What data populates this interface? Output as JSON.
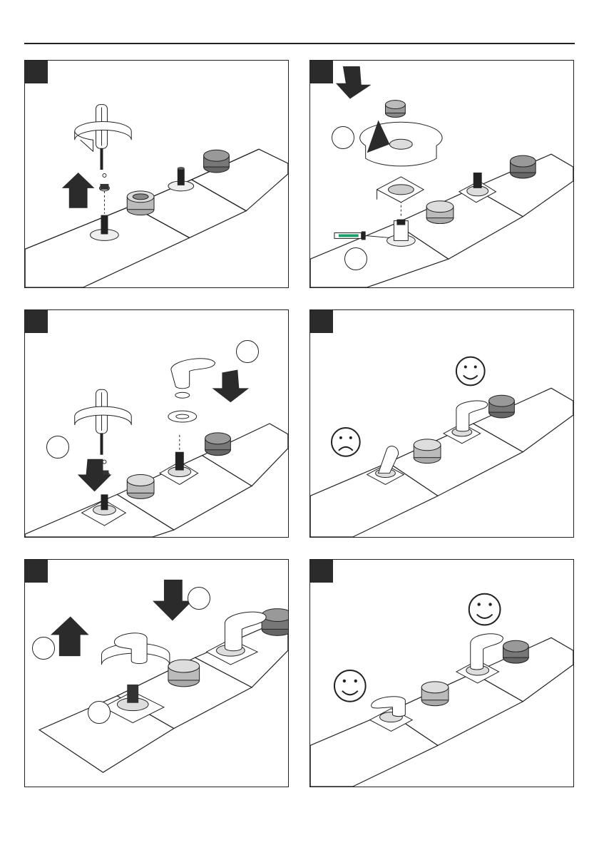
{
  "page": {
    "palette": {
      "ink": "#222222",
      "badge": "#2b2b2b",
      "metal": "#c8c8c8",
      "dark_knob": "#555555",
      "tape": "#1f9d6a"
    }
  },
  "panels": [
    {
      "id": 1,
      "badge_icon": "step-badge",
      "content": [
        "screwdriver-icon",
        "rotate-arrow-icon",
        "arrow-up-icon",
        "screw-icon",
        "valve-stem-icon",
        "cartridge-icon"
      ]
    },
    {
      "id": 2,
      "badge_icon": "step-badge",
      "content": [
        "arrow-down-icon",
        "rotate-arrow-icon",
        "escutcheon-ring-icon",
        "thread-tape-icon",
        "callout-circle-icon"
      ]
    },
    {
      "id": 3,
      "badge_icon": "step-badge",
      "content": [
        "screwdriver-icon",
        "arrow-down-icon",
        "handle-lever-icon",
        "washer-icon",
        "callout-circle-icon"
      ]
    },
    {
      "id": 4,
      "badge_icon": "step-badge",
      "content": [
        "smiley-happy-icon",
        "smiley-sad-icon",
        "handle-lever-icon"
      ]
    },
    {
      "id": 5,
      "badge_icon": "step-badge",
      "content": [
        "arrow-up-icon",
        "arrow-down-icon",
        "rotate-arrow-icon",
        "handle-lever-icon",
        "callout-circle-icon"
      ]
    },
    {
      "id": 6,
      "badge_icon": "step-badge",
      "content": [
        "smiley-happy-icon",
        "smiley-happy-icon",
        "handle-lever-icon"
      ]
    }
  ]
}
